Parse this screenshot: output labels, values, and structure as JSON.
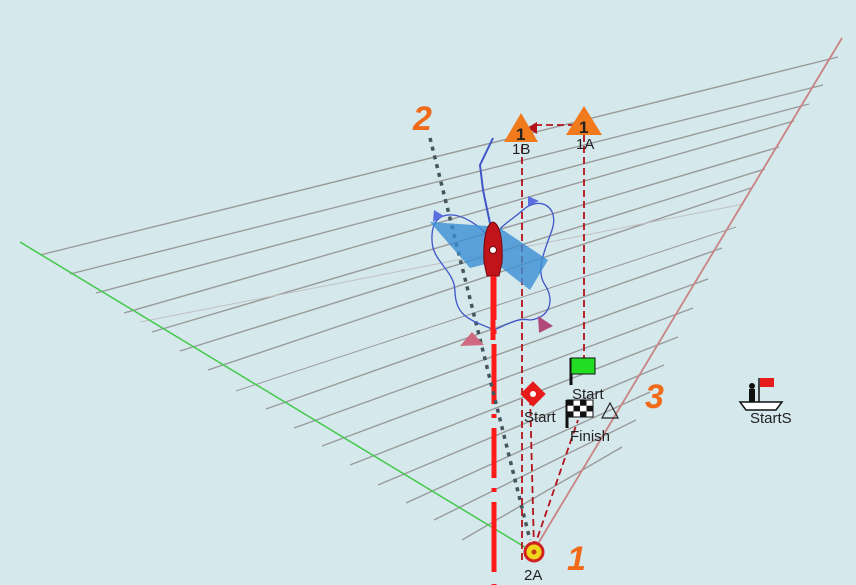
{
  "marks": {
    "m1b": {
      "number": "1",
      "label": "1B"
    },
    "m1a": {
      "number": "1",
      "label": "1A"
    },
    "m2a": {
      "label": "2A"
    },
    "start_pin": {
      "label": "Start"
    },
    "start_flag": {
      "label": "Start"
    },
    "finish": {
      "label": "Finish"
    },
    "committee": {
      "label": "StartS"
    }
  },
  "annotations": {
    "n1": "1",
    "n2": "2",
    "n3": "3"
  },
  "colors": {
    "water": "#d5e8ec",
    "course_line": "#b3131a",
    "layline_port": "#43c94a",
    "layline_starboard": "#c98383",
    "grid": "#9a9a9a",
    "mark_orange": "#f07a1c",
    "boat": "#c0131a",
    "polar": "#3f55c8",
    "sail_area": "#3b8ed4"
  },
  "icons": [
    "boat-icon",
    "rounding-mark-icon",
    "finish-flag-icon",
    "start-flag-icon",
    "committee-boat-icon",
    "pin-mark-icon",
    "target-mark-icon"
  ]
}
